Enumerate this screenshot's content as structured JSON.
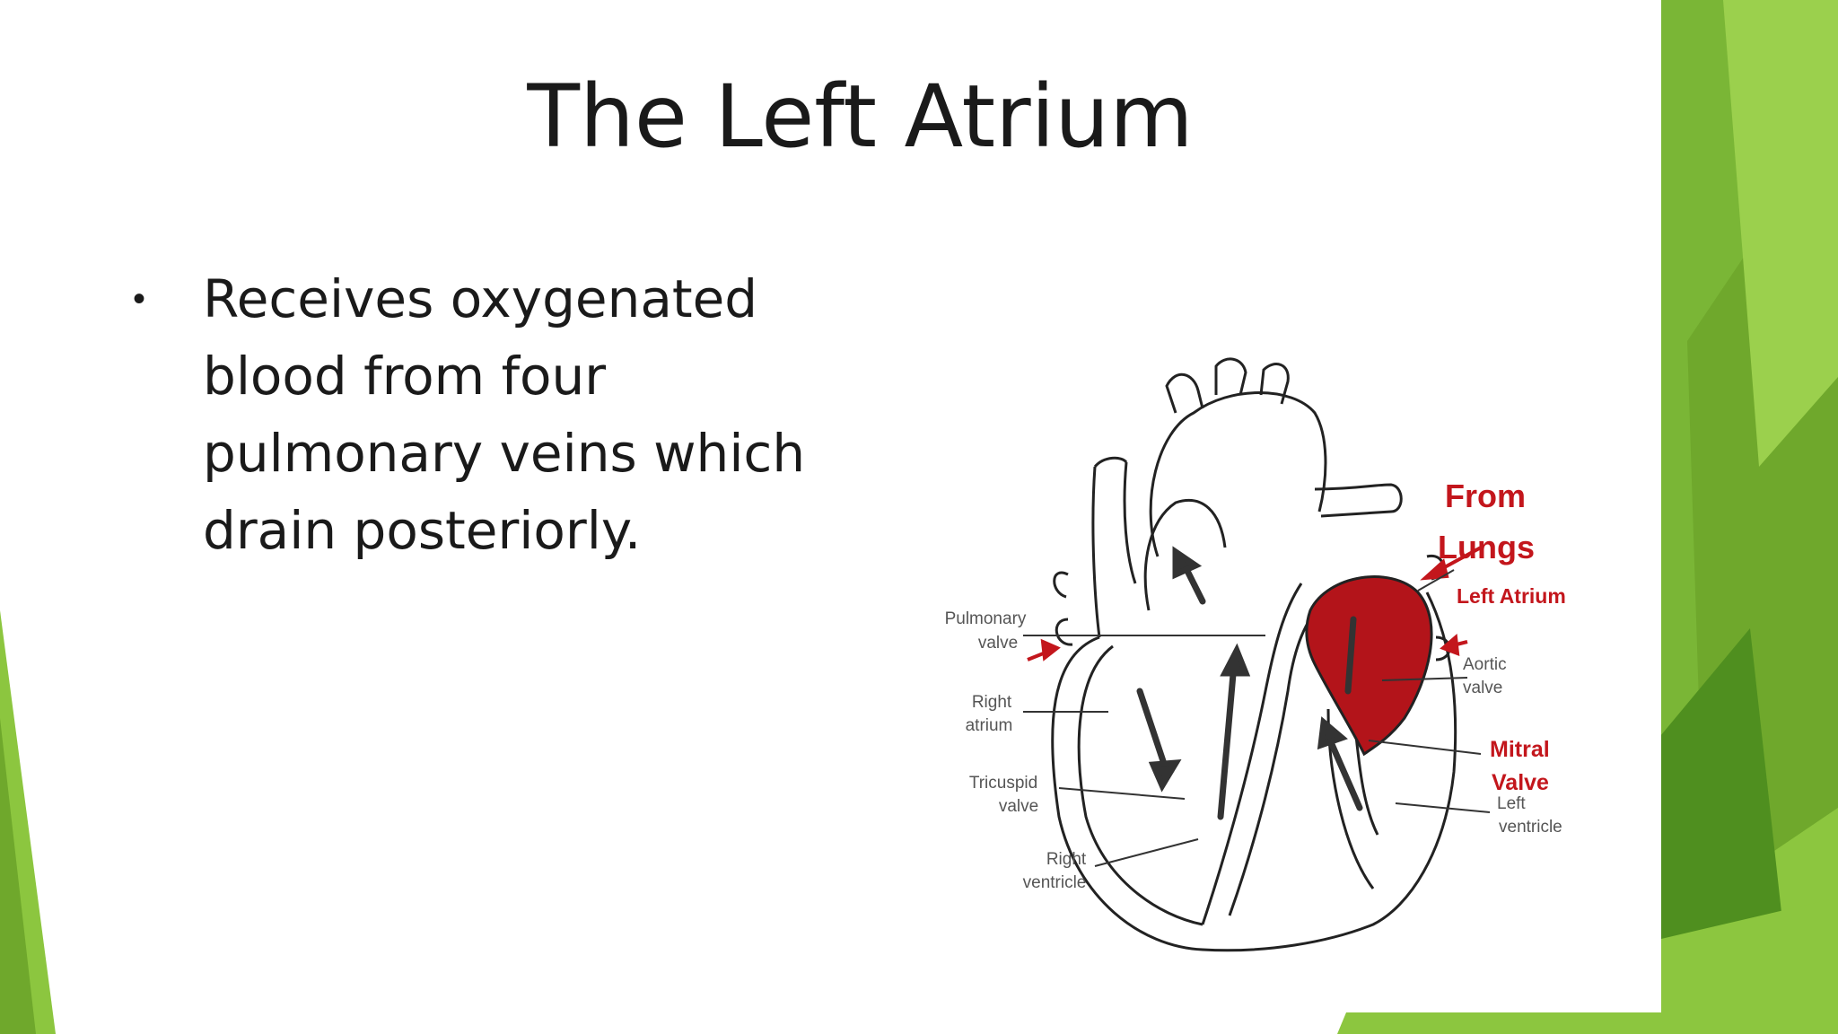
{
  "slide": {
    "title": "The Left Atrium",
    "bullets": [
      "Receives oxygenated blood from four pulmonary veins which drain posteriorly."
    ]
  },
  "figure": {
    "labels_left": [
      {
        "line1": "Pulmonary",
        "line2": "valve"
      },
      {
        "line1": "Right",
        "line2": "atrium"
      },
      {
        "line1": "Tricuspid",
        "line2": "valve"
      },
      {
        "line1": "Right",
        "line2": "ventricle"
      }
    ],
    "labels_right_red": {
      "from": "From",
      "lungs": "Lungs",
      "left_atrium": "Left Atrium",
      "mitral": "Mitral",
      "valve": "Valve"
    },
    "labels_right_gray": [
      {
        "line1": "Aortic",
        "line2": "valve"
      },
      {
        "line1": "Left",
        "line2": "ventricle"
      }
    ]
  },
  "colors": {
    "accent_green": "#8cc63f",
    "dark_green": "#4f8f1f",
    "blood_red": "#b3141a",
    "label_red": "#c3161c"
  }
}
